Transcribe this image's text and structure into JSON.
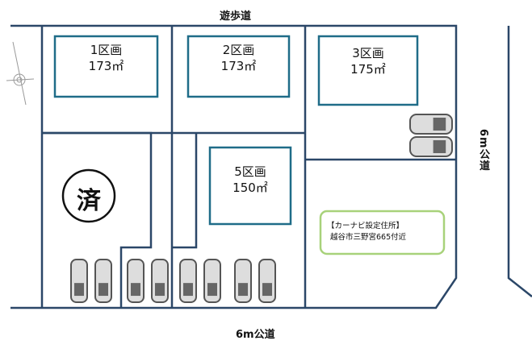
{
  "roads": {
    "top": "遊歩道",
    "bottom": "6m公道",
    "right": "6m公道"
  },
  "lots": [
    {
      "name": "1区画",
      "area": "173㎡"
    },
    {
      "name": "2区画",
      "area": "173㎡"
    },
    {
      "name": "3区画",
      "area": "175㎡"
    },
    {
      "name": "5区画",
      "area": "150㎡"
    }
  ],
  "sold_mark": "済",
  "navi": {
    "title": "【カーナビ設定住所】",
    "address": "越谷市三野宮665付近"
  },
  "colors": {
    "boundary": "#2b4768",
    "building": "#1f6c88",
    "navi_border": "#a8d27a"
  }
}
